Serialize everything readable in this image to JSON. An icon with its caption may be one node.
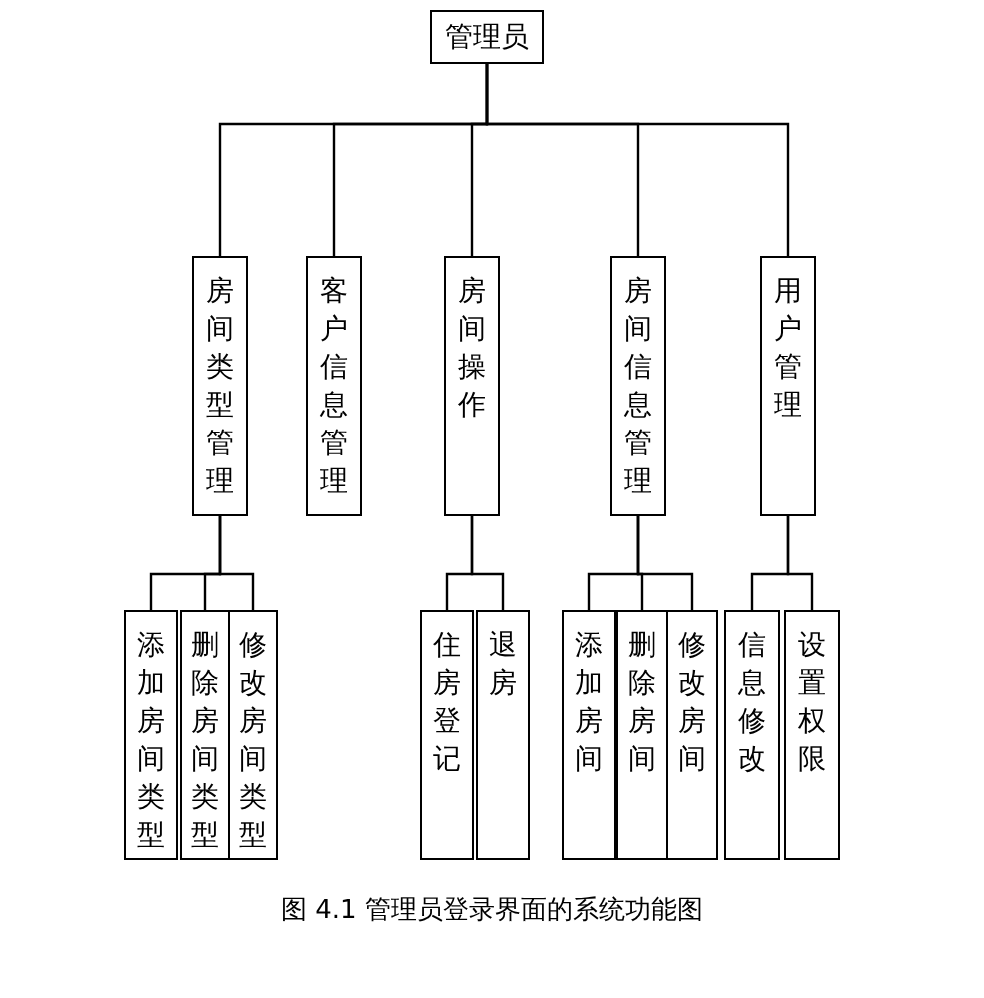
{
  "diagram": {
    "caption": "图 4.1 管理员登录界面的系统功能图",
    "nodes": [
      {
        "text": [
          "管理员"
        ]
      },
      {
        "text": [
          "房间类型管理"
        ]
      },
      {
        "text": [
          "客户信息管理"
        ]
      },
      {
        "text": [
          "房间操作"
        ]
      },
      {
        "text": [
          "房间信息管理"
        ]
      },
      {
        "text": [
          "用户管理"
        ]
      },
      {
        "text": [
          "添加房间类型"
        ]
      },
      {
        "text": [
          "删除房间类型"
        ]
      },
      {
        "text": [
          "修改房间类型"
        ]
      },
      {
        "text": [
          "住房登记"
        ]
      },
      {
        "text": [
          "退房"
        ]
      },
      {
        "text": [
          "添加房间"
        ]
      },
      {
        "text": [
          "删除房间"
        ]
      },
      {
        "text": [
          "修改房间"
        ]
      },
      {
        "text": [
          "信息修改"
        ]
      },
      {
        "text": [
          "设置权限"
        ]
      }
    ],
    "edges": [
      {
        "from": 0,
        "to": 1,
        "arrow": "none"
      },
      {
        "from": 0,
        "to": 2,
        "arrow": "none"
      },
      {
        "from": 0,
        "to": 3,
        "arrow": "none"
      },
      {
        "from": 0,
        "to": 4,
        "arrow": "none"
      },
      {
        "from": 0,
        "to": 5,
        "arrow": "none"
      },
      {
        "from": 1,
        "to": 6,
        "arrow": "none"
      },
      {
        "from": 1,
        "to": 7,
        "arrow": "none"
      },
      {
        "from": 1,
        "to": 8,
        "arrow": "none"
      },
      {
        "from": 3,
        "to": 9,
        "arrow": "none"
      },
      {
        "from": 3,
        "to": 10,
        "arrow": "none"
      },
      {
        "from": 4,
        "to": 11,
        "arrow": "none"
      },
      {
        "from": 4,
        "to": 12,
        "arrow": "none"
      },
      {
        "from": 4,
        "to": 13,
        "arrow": "none"
      },
      {
        "from": 5,
        "to": 14,
        "arrow": "none"
      },
      {
        "from": 5,
        "to": 15,
        "arrow": "none"
      }
    ]
  }
}
